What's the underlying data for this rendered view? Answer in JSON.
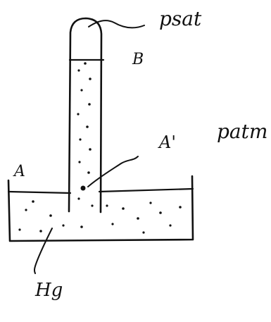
{
  "labels": {
    "p_sat": "psat",
    "b": "B",
    "a_prime": "A'",
    "p_atm": "patm",
    "a": "A",
    "hg": "Hg"
  },
  "colors": {
    "ink": "#111111",
    "background": "#ffffff"
  }
}
